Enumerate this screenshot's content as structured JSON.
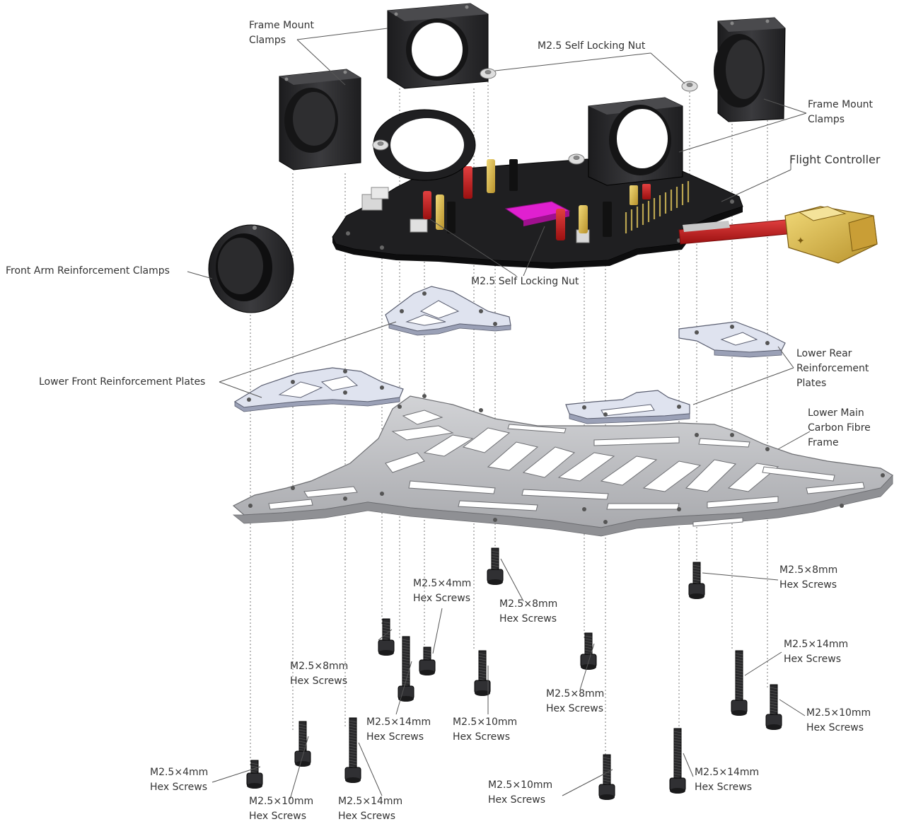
{
  "labels": {
    "frame_mount_clamps_left": [
      "Frame Mount",
      "Clamps"
    ],
    "frame_mount_clamps_right": [
      "Frame Mount",
      "Clamps"
    ],
    "self_locking_nut_top": "M2.5 Self Locking Nut",
    "self_locking_nut_mid": "M2.5 Self Locking Nut",
    "flight_controller": "Flight Controller",
    "front_arm_reinforcement_clamps": "Front Arm Reinforcement Clamps",
    "lower_front_reinforcement_plates": "Lower Front Reinforcement Plates",
    "lower_rear_reinforcement_plates": [
      "Lower Rear",
      "Reinforcement",
      "Plates"
    ],
    "lower_main_carbon_fibre_frame": [
      "Lower Main",
      "Carbon Fibre",
      "Frame"
    ]
  },
  "screws": [
    {
      "id": "s1",
      "lines": [
        "M2.5×8mm",
        "Hex Screws"
      ]
    },
    {
      "id": "s2",
      "lines": [
        "M2.5×4mm",
        "Hex Screws"
      ]
    },
    {
      "id": "s3",
      "lines": [
        "M2.5×8mm",
        "Hex Screws"
      ]
    },
    {
      "id": "s4",
      "lines": [
        "M2.5×14mm",
        "Hex Screws"
      ]
    },
    {
      "id": "s5",
      "lines": [
        "M2.5×8mm",
        "Hex Screws"
      ]
    },
    {
      "id": "s6",
      "lines": [
        "M2.5×8mm",
        "Hex Screws"
      ]
    },
    {
      "id": "s7",
      "lines": [
        "M2.5×14mm",
        "Hex Screws"
      ]
    },
    {
      "id": "s8",
      "lines": [
        "M2.5×10mm",
        "Hex Screws"
      ]
    },
    {
      "id": "s9",
      "lines": [
        "M2.5×10mm",
        "Hex Screws"
      ]
    },
    {
      "id": "s10",
      "lines": [
        "M2.5×4mm",
        "Hex Screws"
      ]
    },
    {
      "id": "s11",
      "lines": [
        "M2.5×10mm",
        "Hex Screws"
      ]
    },
    {
      "id": "s12",
      "lines": [
        "M2.5×14mm",
        "Hex Screws"
      ]
    },
    {
      "id": "s13",
      "lines": [
        "M2.5×10mm",
        "Hex Screws"
      ]
    },
    {
      "id": "s14",
      "lines": [
        "M2.5×14mm",
        "Hex Screws"
      ]
    }
  ],
  "colors": {
    "clamp_black": "#2b2b2d",
    "clamp_face": "#3a3a3c",
    "board_black": "#1f1f21",
    "plate_blue": "#dfe3ef",
    "frame_gray": "#bcbdc0",
    "cutout_white": "#ffffff",
    "chip_magenta": "#e020d0",
    "cable_red": "#cc2020",
    "connector_gold": "#d6b440",
    "pin_gold": "#bba550",
    "nut_silver": "#d8d8d8",
    "leader_line": "#555555",
    "label_text": "#333333"
  }
}
